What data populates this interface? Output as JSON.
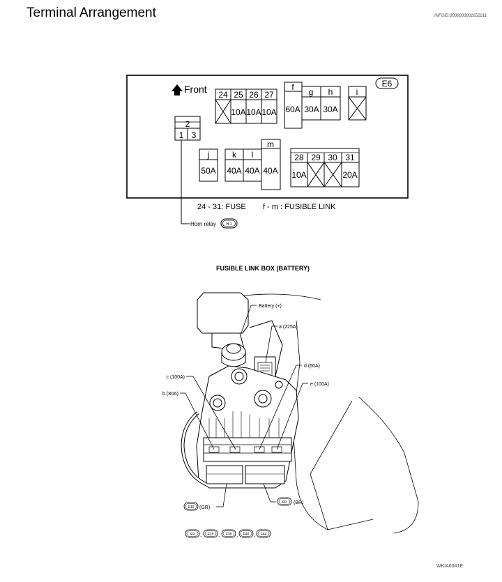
{
  "header": {
    "title": "Terminal Arrangement",
    "info_id": "INFOID:0000000001652211"
  },
  "fuse_box": {
    "connector_badge": "E6",
    "front_label": "Front",
    "legend_fuse": "24 - 31: FUSE",
    "legend_fusible_link": "f - m : FUSIBLE LINK",
    "relay_label": "Horn relay",
    "relay_badge": "H-1",
    "relay_terminals": {
      "top": "2",
      "left": "1",
      "right": "3"
    },
    "fuses_top": [
      {
        "id": "24",
        "rating": ""
      },
      {
        "id": "25",
        "rating": "10A"
      },
      {
        "id": "26",
        "rating": "10A"
      },
      {
        "id": "27",
        "rating": "10A"
      }
    ],
    "links_top": [
      {
        "id": "f",
        "rating": "60A"
      },
      {
        "id": "g",
        "rating": "30A"
      },
      {
        "id": "h",
        "rating": "30A"
      },
      {
        "id": "i",
        "rating": ""
      }
    ],
    "links_bottom": [
      {
        "id": "j",
        "rating": "50A"
      },
      {
        "id": "k",
        "rating": "40A"
      },
      {
        "id": "l",
        "rating": "40A"
      },
      {
        "id": "m",
        "rating": "40A"
      }
    ],
    "fuses_bottom": [
      {
        "id": "28",
        "rating": "10A"
      },
      {
        "id": "29",
        "rating": ""
      },
      {
        "id": "30",
        "rating": ""
      },
      {
        "id": "31",
        "rating": "20A"
      }
    ]
  },
  "battery_box": {
    "title": "FUSIBLE LINK BOX (BATTERY)",
    "callouts": {
      "battery": "Battery (+)",
      "a": "a (225A)",
      "d": "d (60A)",
      "c": "c (100A)",
      "e": "e (100A)",
      "b": "b (80A)"
    },
    "connectors": {
      "left_badge": "E10",
      "left_color": "(GR)",
      "right_badge": "E9",
      "right_color": "(BR)"
    },
    "connector_list": [
      "E9",
      "E10",
      "F38",
      "F40",
      "F44"
    ],
    "separator": ","
  },
  "figure_id": "WKIA6041E"
}
